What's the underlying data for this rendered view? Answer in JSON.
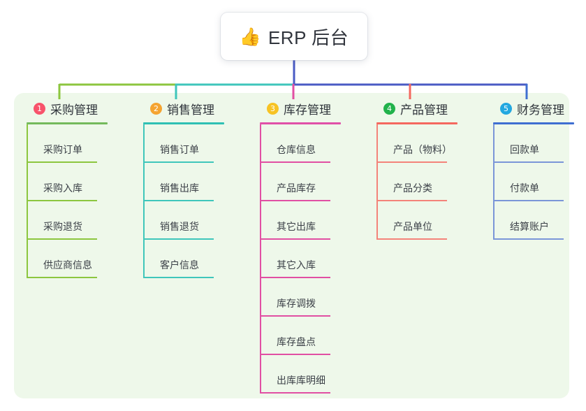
{
  "root": {
    "icon": "thumbs-up-icon",
    "emoji": "👍",
    "title": "ERP 后台"
  },
  "palette": {
    "page_background": "#ffffff",
    "panel_background": "#eef8ea",
    "root_card_background": "#ffffff",
    "root_text": "#30343c",
    "trunk": "#4a5bc4"
  },
  "branches": [
    {
      "number": "1",
      "title": "采购管理",
      "badge_color": "#f8536b",
      "rule_color": "#74ba5c",
      "line_color": "#8cc63f",
      "items": [
        "采购订单",
        "采购入库",
        "采购退货",
        "供应商信息"
      ]
    },
    {
      "number": "2",
      "title": "销售管理",
      "badge_color": "#f5a431",
      "rule_color": "#2fc0b4",
      "line_color": "#3fc6bb",
      "items": [
        "销售订单",
        "销售出库",
        "销售退货",
        "客户信息"
      ]
    },
    {
      "number": "3",
      "title": "库存管理",
      "badge_color": "#f7c324",
      "rule_color": "#e050a8",
      "line_color": "#e14fa3",
      "items": [
        "仓库信息",
        "产品库存",
        "其它出库",
        "其它入库",
        "库存调拨",
        "库存盘点",
        "出库库明细"
      ]
    },
    {
      "number": "4",
      "title": "产品管理",
      "badge_color": "#21b24b",
      "rule_color": "#f4685f",
      "line_color": "#f4837a",
      "items": [
        "产品（物料）",
        "产品分类",
        "产品单位"
      ]
    },
    {
      "number": "5",
      "title": "财务管理",
      "badge_color": "#23a8e0",
      "rule_color": "#3f6fd1",
      "line_color": "#7b96d8",
      "items": [
        "回款单",
        "付款单",
        "结算账户"
      ]
    }
  ]
}
